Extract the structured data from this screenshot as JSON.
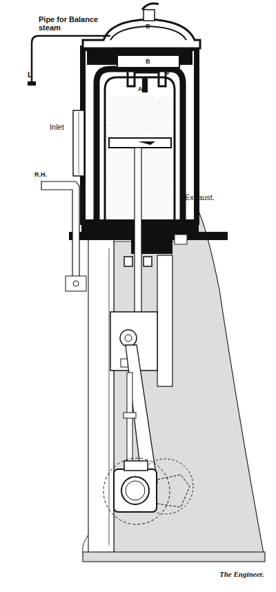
{
  "diagram": {
    "labels": [
      "Pipe for Balance steam",
      "B",
      "B",
      "V",
      "A",
      "L",
      "Inlet",
      "R.H.",
      "Exhaust.",
      "The Engineer."
    ]
  }
}
